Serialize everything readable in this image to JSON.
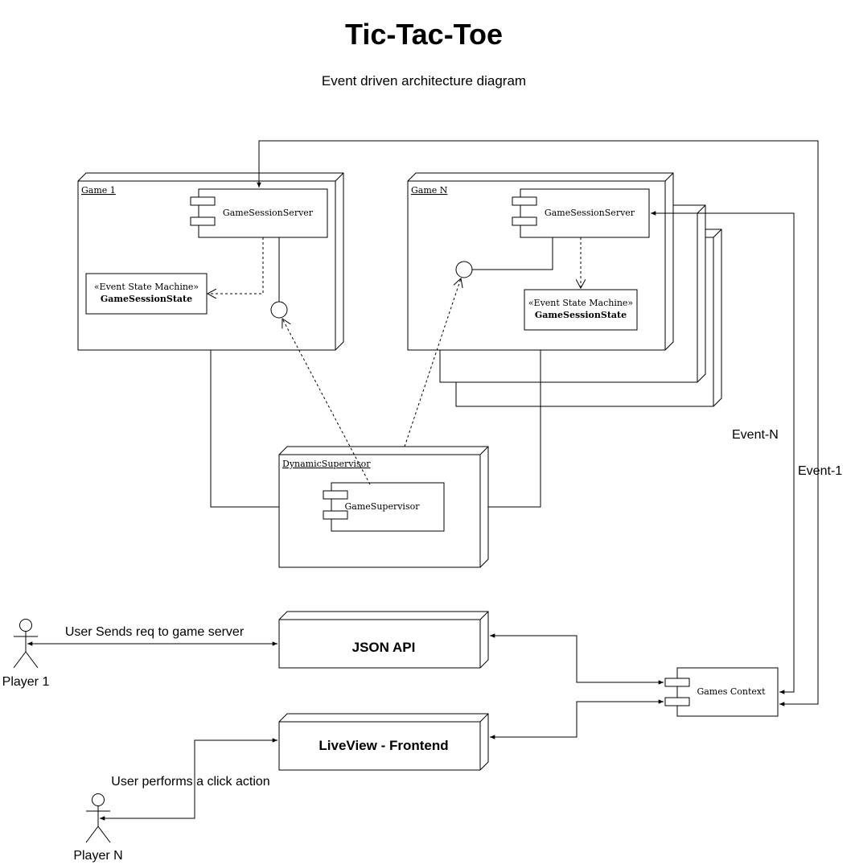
{
  "title": "Tic-Tac-Toe",
  "subtitle": "Event driven architecture diagram",
  "game1": {
    "node_label": "Game 1",
    "component": "GameSessionServer",
    "state_stereotype": "«Event State Machine»",
    "state_name": "GameSessionState"
  },
  "gameN": {
    "node_label": "Game N",
    "component": "GameSessionServer",
    "state_stereotype": "«Event State Machine»",
    "state_name": "GameSessionState"
  },
  "supervisor": {
    "node_label": "DynamicSupervisor",
    "component": "GameSupervisor"
  },
  "json_api": {
    "label": "JSON API"
  },
  "liveview": {
    "label": "LiveView - Frontend"
  },
  "games_context": {
    "label": "Games Context"
  },
  "events": {
    "event_n": "Event-N",
    "event_1": "Event-1"
  },
  "actors": {
    "player1": "Player 1",
    "playerN": "Player N",
    "player1_action": "User Sends req to game server",
    "playerN_action": "User performs a click action"
  }
}
